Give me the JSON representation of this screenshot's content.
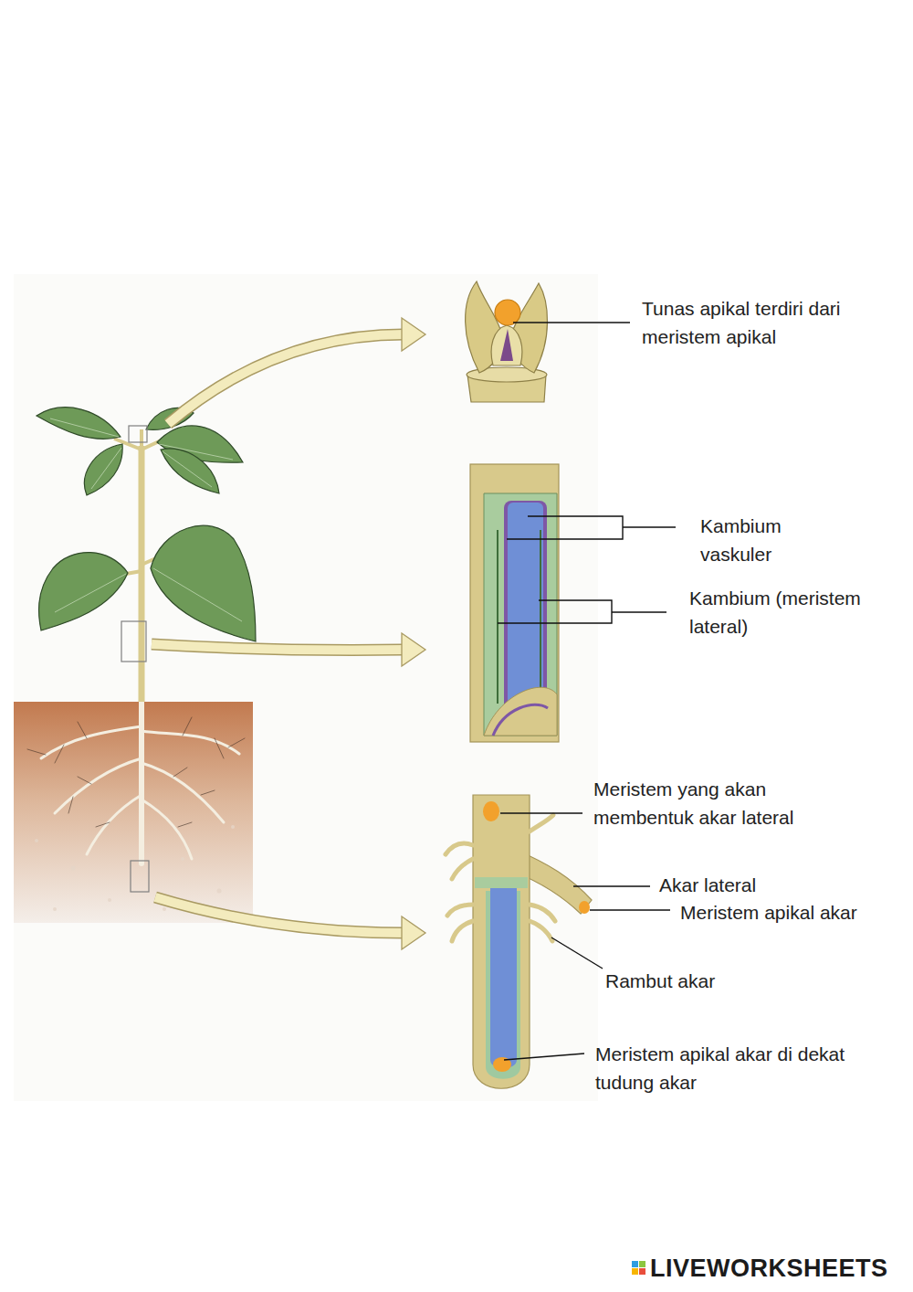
{
  "diagram": {
    "labels": [
      "Tunas apikal terdiri dari meristem apikal",
      "Kambium vaskuler",
      "Kambium (meristem lateral)",
      "Meristem yang akan membentuk akar lateral",
      "Akar lateral",
      "Meristem apikal akar",
      "Rambut akar",
      "Meristem apikal akar di dekat tudung akar",
      "LIVEWORKSHEETS"
    ]
  }
}
